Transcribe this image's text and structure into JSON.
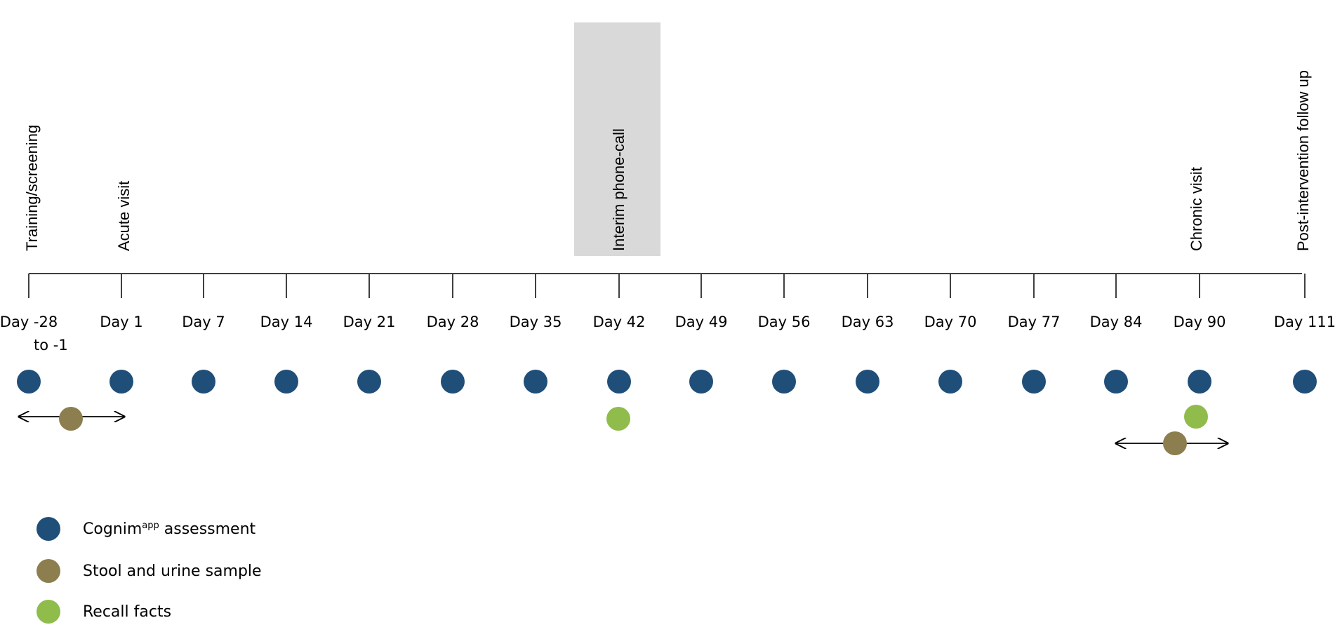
{
  "colors": {
    "assessment": "#1f4e79",
    "sample": "#8c7e4e",
    "recall": "#8fbc4b",
    "interim_box": "#d9d9d9",
    "axis": "#404040"
  },
  "milestones": {
    "training": "Training/screening",
    "acute": "Acute visit",
    "interim": "Interim phone-call",
    "chronic": "Chronic visit",
    "post": "Post-intervention follow up"
  },
  "days": [
    "Day -28",
    "Day 1",
    "Day 7",
    "Day 14",
    "Day 21",
    "Day 28",
    "Day 35",
    "Day 42",
    "Day 49",
    "Day 56",
    "Day 63",
    "Day 70",
    "Day 77",
    "Day 84",
    "Day 90",
    "Day 111"
  ],
  "day_sublabel": "to -1",
  "legend": {
    "assessment_pre": "Cognim",
    "assessment_sup": "app",
    "assessment_post": " assessment",
    "sample": "Stool and urine sample",
    "recall": "Recall facts"
  }
}
